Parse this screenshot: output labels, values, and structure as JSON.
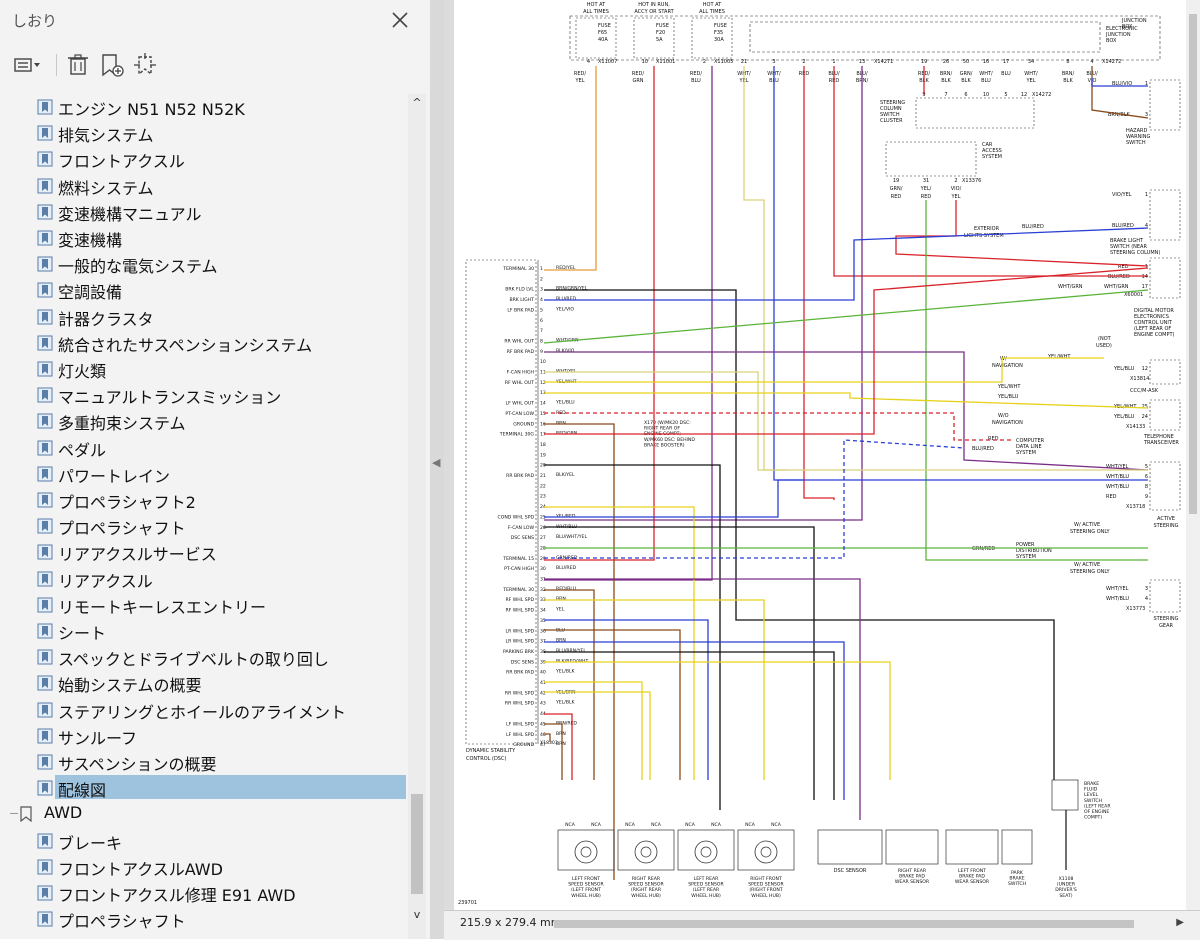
{
  "panel": {
    "title": "しおり"
  },
  "toolbar": {
    "options_icon": "list-options-icon",
    "delete_icon": "trash-icon",
    "new_bookmark_icon": "new-bookmark-icon",
    "expand_icon": "bookmark-expand-icon"
  },
  "bookmarks": [
    {
      "label": "エンジン N51 N52 N52K"
    },
    {
      "label": "排気システム"
    },
    {
      "label": "フロントアクスル"
    },
    {
      "label": "燃料システム"
    },
    {
      "label": "変速機構マニュアル"
    },
    {
      "label": "変速機構"
    },
    {
      "label": "一般的な電気システム"
    },
    {
      "label": "空調設備"
    },
    {
      "label": "計器クラスタ"
    },
    {
      "label": "統合されたサスペンションシステム"
    },
    {
      "label": "灯火類"
    },
    {
      "label": "マニュアルトランスミッション"
    },
    {
      "label": "多重拘束システム"
    },
    {
      "label": "ペダル"
    },
    {
      "label": "パワートレイン"
    },
    {
      "label": "プロペラシャフト2"
    },
    {
      "label": "プロペラシャフト"
    },
    {
      "label": "リアアクスルサービス"
    },
    {
      "label": "リアアクスル"
    },
    {
      "label": "リモートキーレスエントリー"
    },
    {
      "label": "シート"
    },
    {
      "label": "スペックとドライブベルトの取り回し"
    },
    {
      "label": "始動システムの概要"
    },
    {
      "label": "ステアリングとホイールのアライメント"
    },
    {
      "label": "サンルーフ"
    },
    {
      "label": "サスペンションの概要"
    },
    {
      "label": "配線図"
    }
  ],
  "top_group": {
    "label": "AWD"
  },
  "sub_bookmarks": [
    {
      "label": "ブレーキ"
    },
    {
      "label": "フロントアクスルAWD"
    },
    {
      "label": "フロントアクスル修理 E91 AWD"
    },
    {
      "label": "プロペラシャフト"
    }
  ],
  "status": {
    "page_size": "215.9 x 279.4 mm"
  },
  "diagram": {
    "fuses": [
      {
        "head": "HOT AT",
        "sub": "ALL TIMES",
        "name": "FUSE",
        "id": "F65",
        "amp": "40A",
        "pin": "4",
        "conn": "X11007"
      },
      {
        "head": "HOT IN RUN,",
        "sub": "ACCY OR START",
        "name": "FUSE",
        "id": "F20",
        "amp": "5A",
        "pin": "10",
        "conn": "X11001"
      },
      {
        "head": "HOT AT",
        "sub": "ALL TIMES",
        "name": "FUSE",
        "id": "F35",
        "amp": "30A",
        "pin": "2",
        "conn": "X11005"
      }
    ],
    "junction_box": "JUNCTION BOX",
    "electronic_junction_box": "ELECTRONIC JUNCTION BOX",
    "x14271": "X14271",
    "x14272": "X14272",
    "steering_column_switch": "STEERING COLUMN SWITCH CLUSTER",
    "car_access": "CAR ACCESS SYSTEM",
    "x13376": "X13376",
    "hazard": "HAZARD WARNING SWITCH",
    "brake_light": "BRAKE LIGHT SWITCH (NEAR STEERING COLUMN)",
    "exterior_lights": "EXTERIOR LIGHTS SYSTEM",
    "dme": "DIGITAL MOTOR ELECTRONICS CONTROL UNIT (LEFT REAR OF ENGINE COMPT)",
    "x60001": "X60001",
    "not_used": "(NOT USED)",
    "ccc": "CCC/M-ASK",
    "x13814": "X13814",
    "w_nav": "W/ NAVIGATION",
    "wo_nav": "W/O NAVIGATION",
    "telephone": "TELEPHONE TRANSCEIVER",
    "x14133": "X14133",
    "computer_data": "COMPUTER DATA LINE SYSTEM",
    "active_steering": "ACTIVE STEERING",
    "x13718": "X13718",
    "w_active": "W/ ACTIVE STEERING ONLY",
    "power_dist": "POWER DISTRIBUTION SYSTEM",
    "steering_gear": "STEERING GEAR",
    "x13773": "X13773",
    "x170": "X170 (W/MK20 DSC: RIGHT REAR OF ENGINE COMPT; W/MK60 DSC: BEHIND BRAKE BOOSTER)",
    "dsc_label": "DYNAMIC STABILITY CONTROL (DSC)",
    "x18303": "X18303",
    "dsc_pins": [
      {
        "pin": "1",
        "name": "TERMINAL 30",
        "wire": "RED/YEL"
      },
      {
        "pin": "2",
        "name": "",
        "wire": ""
      },
      {
        "pin": "3",
        "name": "BRK FLD LVL",
        "wire": "BRN/GRN/YEL"
      },
      {
        "pin": "4",
        "name": "BRK LIGHT",
        "wire": "BLU/RED"
      },
      {
        "pin": "5",
        "name": "LF BRK PAD",
        "wire": "YEL/VIO"
      },
      {
        "pin": "6",
        "name": "",
        "wire": ""
      },
      {
        "pin": "7",
        "name": "",
        "wire": ""
      },
      {
        "pin": "8",
        "name": "RR WHL OUT",
        "wire": "WHT/GRN"
      },
      {
        "pin": "9",
        "name": "RF BRK PAD",
        "wire": "BLK/VIO"
      },
      {
        "pin": "10",
        "name": "",
        "wire": ""
      },
      {
        "pin": "11",
        "name": "F-CAN HIGH",
        "wire": "WHT/YEL"
      },
      {
        "pin": "12",
        "name": "RF WHL OUT",
        "wire": "YEL/WHT"
      },
      {
        "pin": "13",
        "name": "",
        "wire": ""
      },
      {
        "pin": "14",
        "name": "LF WHL OUT",
        "wire": "YEL/BLU"
      },
      {
        "pin": "15",
        "name": "PT-CAN LOW",
        "wire": "RED"
      },
      {
        "pin": "16",
        "name": "GROUND",
        "wire": "BRN"
      },
      {
        "pin": "17",
        "name": "TERMINAL 30G",
        "wire": "RED/GRN"
      },
      {
        "pin": "18",
        "name": "",
        "wire": ""
      },
      {
        "pin": "19",
        "name": "",
        "wire": ""
      },
      {
        "pin": "20",
        "name": "",
        "wire": ""
      },
      {
        "pin": "21",
        "name": "RR BRK PAD",
        "wire": "BLK/YEL"
      },
      {
        "pin": "22",
        "name": "",
        "wire": ""
      },
      {
        "pin": "23",
        "name": "",
        "wire": ""
      },
      {
        "pin": "24",
        "name": "",
        "wire": ""
      },
      {
        "pin": "25",
        "name": "COND WHL SPD",
        "wire": "YEL/RED"
      },
      {
        "pin": "26",
        "name": "F-CAN LOW",
        "wire": "WHT/BLU"
      },
      {
        "pin": "27",
        "name": "DSC SENS",
        "wire": "BLU/WHT/YEL"
      },
      {
        "pin": "28",
        "name": "",
        "wire": ""
      },
      {
        "pin": "29",
        "name": "TERMINAL 15",
        "wire": "GRN/RED"
      },
      {
        "pin": "30",
        "name": "PT-CAN HIGH",
        "wire": "BLU/RED"
      },
      {
        "pin": "31",
        "name": "",
        "wire": ""
      },
      {
        "pin": "32",
        "name": "TERMINAL 30",
        "wire": "RED/BLU"
      },
      {
        "pin": "33",
        "name": "RF WHL SPD",
        "wire": "BRN"
      },
      {
        "pin": "34",
        "name": "RF WHL SPD",
        "wire": "YEL"
      },
      {
        "pin": "35",
        "name": "",
        "wire": ""
      },
      {
        "pin": "36",
        "name": "LR WHL SPD",
        "wire": "BLU"
      },
      {
        "pin": "37",
        "name": "LR WHL SPD",
        "wire": "BRN"
      },
      {
        "pin": "38",
        "name": "PARKING BRK",
        "wire": "BLU/BRN/YEL"
      },
      {
        "pin": "39",
        "name": "DSC SENS",
        "wire": "BLK/RED/WHT"
      },
      {
        "pin": "40",
        "name": "RR BRK PAD",
        "wire": "YEL/BLK"
      },
      {
        "pin": "41",
        "name": "",
        "wire": ""
      },
      {
        "pin": "42",
        "name": "RR WHL SPD",
        "wire": "YEL/BRN"
      },
      {
        "pin": "43",
        "name": "RR WHL SPD",
        "wire": "YEL/BLK"
      },
      {
        "pin": "44",
        "name": "",
        "wire": ""
      },
      {
        "pin": "45",
        "name": "LF WHL SPD",
        "wire": "BRN/RED"
      },
      {
        "pin": "46",
        "name": "LF WHL SPD",
        "wire": "BRN"
      },
      {
        "pin": "47",
        "name": "GROUND",
        "wire": "BRN"
      }
    ],
    "sensors": [
      {
        "name": "LEFT FRONT SPEED SENSOR (LEFT FRONT WHEEL HUB)"
      },
      {
        "name": "RIGHT REAR SPEED SENSOR (RIGHT REAR WHEEL HUB)"
      },
      {
        "name": "LEFT REAR SPEED SENSOR (LEFT REAR WHEEL HUB)"
      },
      {
        "name": "RIGHT FRONT SPEED SENSOR (RIGHT FRONT WHEEL HUB)"
      }
    ],
    "dsc_sensor": "DSC SENSOR",
    "rr_brake_pad": "RIGHT REAR BRAKE PAD WEAR SENSOR",
    "lf_brake_pad": "LEFT FRONT BRAKE PAD WEAR SENSOR",
    "park_brake": "PARK BRAKE SWITCH",
    "brake_fluid": "BRAKE FLUID LEVEL SWITCH (LEFT REAR OF ENGINE COMPT)",
    "x1108": "X1108 (UNDER DRIVER'S SEAT)",
    "figure_no": "239701",
    "wire_colors": {
      "red": "#d9232b",
      "brown": "#8a4b1c",
      "yellow": "#e6d21a",
      "blue": "#2a3fd6",
      "black": "#111111",
      "green": "#5bb33b",
      "violet": "#7a2d86",
      "orange": "#e69a3a",
      "white_yel": "#d9d27a"
    }
  }
}
